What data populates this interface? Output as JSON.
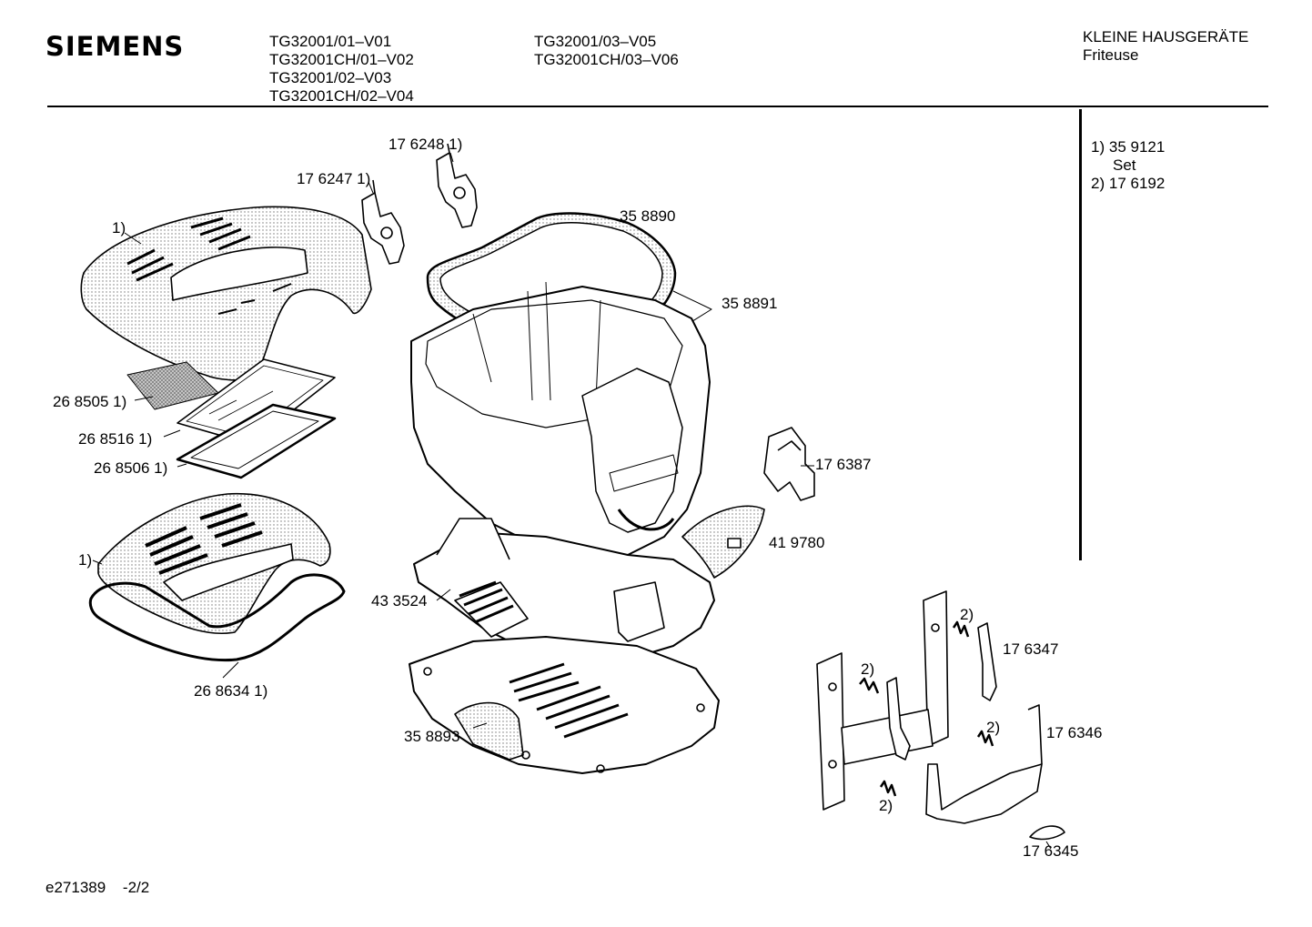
{
  "header": {
    "brand": "SIEMENS",
    "models_col1": [
      "TG32001/01–V01",
      "TG32001CH/01–V02",
      "TG32001/02–V03",
      "TG32001CH/02–V04"
    ],
    "models_col2": [
      "TG32001/03–V05",
      "TG32001CH/03–V06"
    ],
    "category": "KLEINE HAUSGERÄTE",
    "product": "Friteuse"
  },
  "notes": {
    "n1_key": "1)",
    "n1_val": "35 9121",
    "n1_sub": "Set",
    "n2_key": "2)",
    "n2_val": "17 6192"
  },
  "parts": {
    "p176248": "17 6248 1)",
    "p176247": "17 6247 1)",
    "p358890": "35 8890",
    "lid_ref": "1)",
    "p358891": "35 8891",
    "p268505": "26 8505 1)",
    "p268516": "26 8516 1)",
    "p268506": "26 8506 1)",
    "p176387": "17 6387",
    "grille_ref": "1)",
    "p419780": "41 9780",
    "p433524": "43 3524",
    "p268634": "26 8634 1)",
    "p358893": "35 8893",
    "p176347": "17 6347",
    "spring_a": "2)",
    "spring_b": "2)",
    "spring_c": "2)",
    "spring_d": "2)",
    "p176346": "17 6346",
    "p176345": "17 6345"
  },
  "footer": {
    "code": "e271389",
    "page": "-2/2"
  }
}
